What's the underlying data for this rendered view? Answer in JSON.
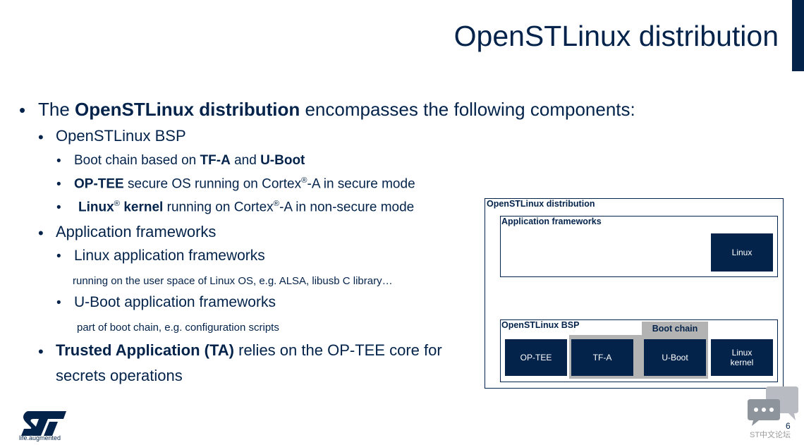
{
  "slide": {
    "title": "OpenSTLinux distribution",
    "page_number": "6",
    "accent_color": "#03234b"
  },
  "bullets": {
    "l1_pre": "The ",
    "l1_bold": "OpenSTLinux distribution",
    "l1_post": " encompasses the following components:",
    "bsp": "OpenSTLinux BSP",
    "boot_pre": "Boot chain based on ",
    "boot_tfa": "TF-A",
    "boot_and": " and ",
    "boot_uboot": "U-Boot",
    "optee_bold": "OP-TEE",
    "optee_text": " secure OS running on Cortex",
    "optee_reg": "®",
    "optee_end": "-A  in secure mode",
    "linux_bold1": "Linux",
    "linux_reg1": "®",
    "linux_bold2": " kernel",
    "linux_text": " running on Cortex",
    "linux_reg2": "®",
    "linux_end": "-A  in non-secure mode",
    "app_frameworks": "Application frameworks",
    "linux_app": "Linux application frameworks",
    "linux_app_note": "running on the user space of Linux OS, e.g. ALSA, libusb C library…",
    "uboot_app": "U-Boot application frameworks",
    "uboot_app_note": "part of boot chain, e.g. configuration scripts",
    "ta_bold": "Trusted Application (TA)",
    "ta_text": " relies on the OP-TEE core for",
    "ta_text2": "secrets operations"
  },
  "diagram": {
    "title": "OpenSTLinux distribution",
    "app_frameworks_label": "Application frameworks",
    "linux_box": "Linux",
    "bsp_label": "OpenSTLinux BSP",
    "boot_chain_label": "Boot chain",
    "components": [
      "OP-TEE",
      "TF-A",
      "U-Boot",
      "Linux kernel"
    ],
    "box_color": "#03234b",
    "boot_chain_color": "#b3b3b3"
  },
  "footer": {
    "tagline": "life.augmented",
    "logo": "st-logo",
    "forum_text": "ST中文论坛",
    "forum_icon": "chat-bubbles-icon"
  }
}
